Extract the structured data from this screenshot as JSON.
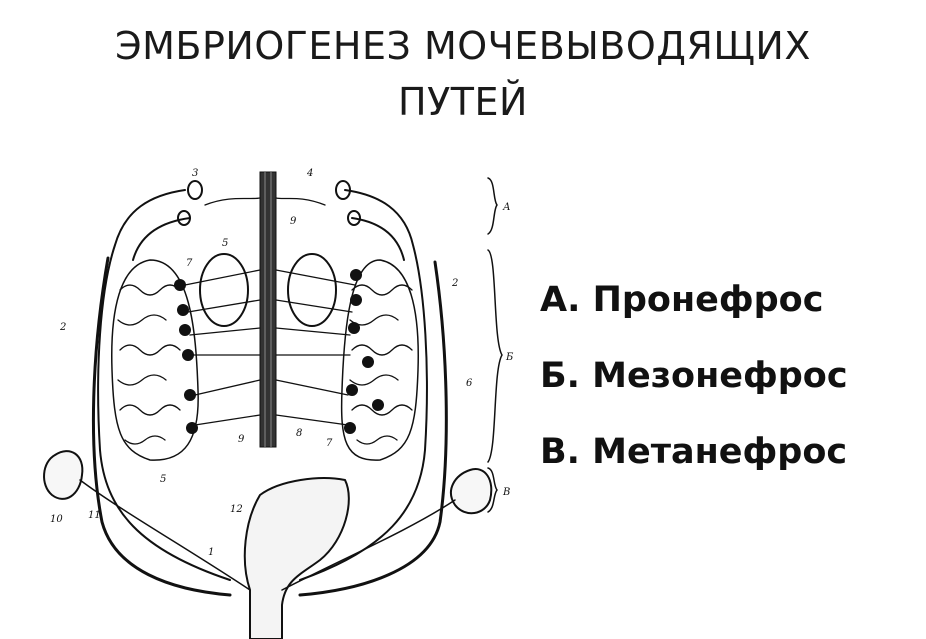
{
  "title": {
    "line1": "ЭМБРИОГЕНЕЗ МОЧЕВЫВОДЯЩИХ",
    "line2": "ПУТЕЙ"
  },
  "legend": [
    {
      "label": "А. Пронефрос"
    },
    {
      "label": "Б. Мезонефрос"
    },
    {
      "label": "В. Метанефрос"
    }
  ],
  "diagram": {
    "section_labels": {
      "a": "А",
      "b": "Б",
      "v": "В"
    },
    "number_labels": {
      "n1": "1",
      "n2_left": "2",
      "n2_right": "2",
      "n3": "3",
      "n4": "4",
      "n5_top": "5",
      "n5_bottom": "5",
      "n6": "6",
      "n7_top": "7",
      "n7_bottom": "7",
      "n8": "8",
      "n9_top": "9",
      "n9_bottom": "9",
      "n10": "10",
      "n11": "11",
      "n12": "12"
    }
  }
}
